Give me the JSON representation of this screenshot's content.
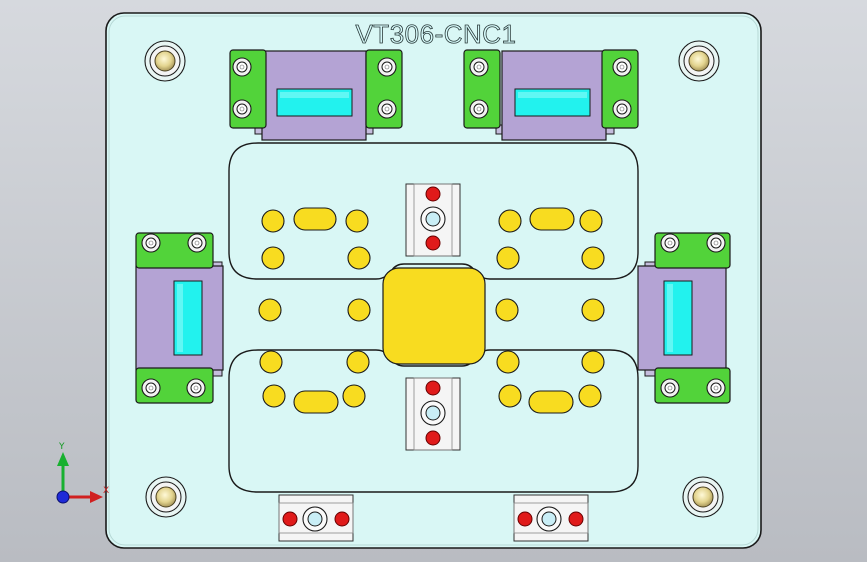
{
  "title": "VT306-CNC1",
  "triad": {
    "x_label": "X",
    "y_label": "Y"
  },
  "colors": {
    "plate": "#d9f7f5",
    "outline": "#1a1a1a",
    "pad_yellow": "#f8dc20",
    "clamp_green": "#52d33a",
    "block_purple": "#b4a3d4",
    "window_cyan": "#22f2ee",
    "pin_red": "#e01a1a",
    "bolt_tan": "#d9c98e"
  }
}
